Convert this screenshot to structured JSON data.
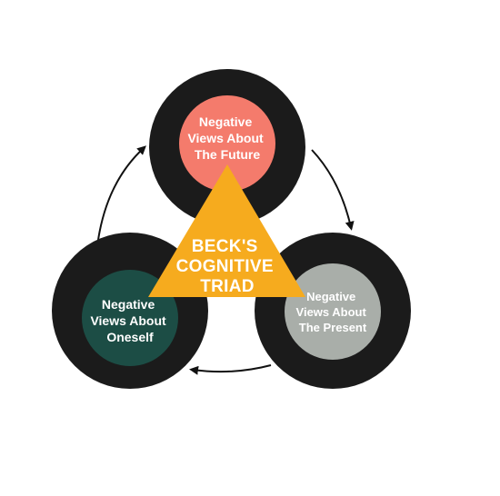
{
  "center": {
    "lines": [
      "BECK'S",
      "COGNITIVE",
      "TRIAD"
    ],
    "color": "#f6ab1e",
    "text_color": "#ffffff"
  },
  "nodes": [
    {
      "id": "future",
      "lines": [
        "Negative",
        "Views About",
        "The Future"
      ],
      "fill": "#f47b6c",
      "text_color": "#ffffff"
    },
    {
      "id": "present",
      "lines": [
        "Negative",
        "Views About",
        "The Present"
      ],
      "fill": "#a9aea9",
      "text_color": "#ffffff"
    },
    {
      "id": "oneself",
      "lines": [
        "Negative",
        "Views About",
        "Oneself"
      ],
      "fill": "#1c4d45",
      "text_color": "#ffffff"
    }
  ],
  "colors": {
    "ring": "#1b1b1b",
    "arrow": "#111111",
    "background": "#ffffff"
  },
  "icons": [
    "arrow-future-to-present-icon",
    "arrow-present-to-oneself-icon",
    "arrow-oneself-to-future-icon"
  ]
}
